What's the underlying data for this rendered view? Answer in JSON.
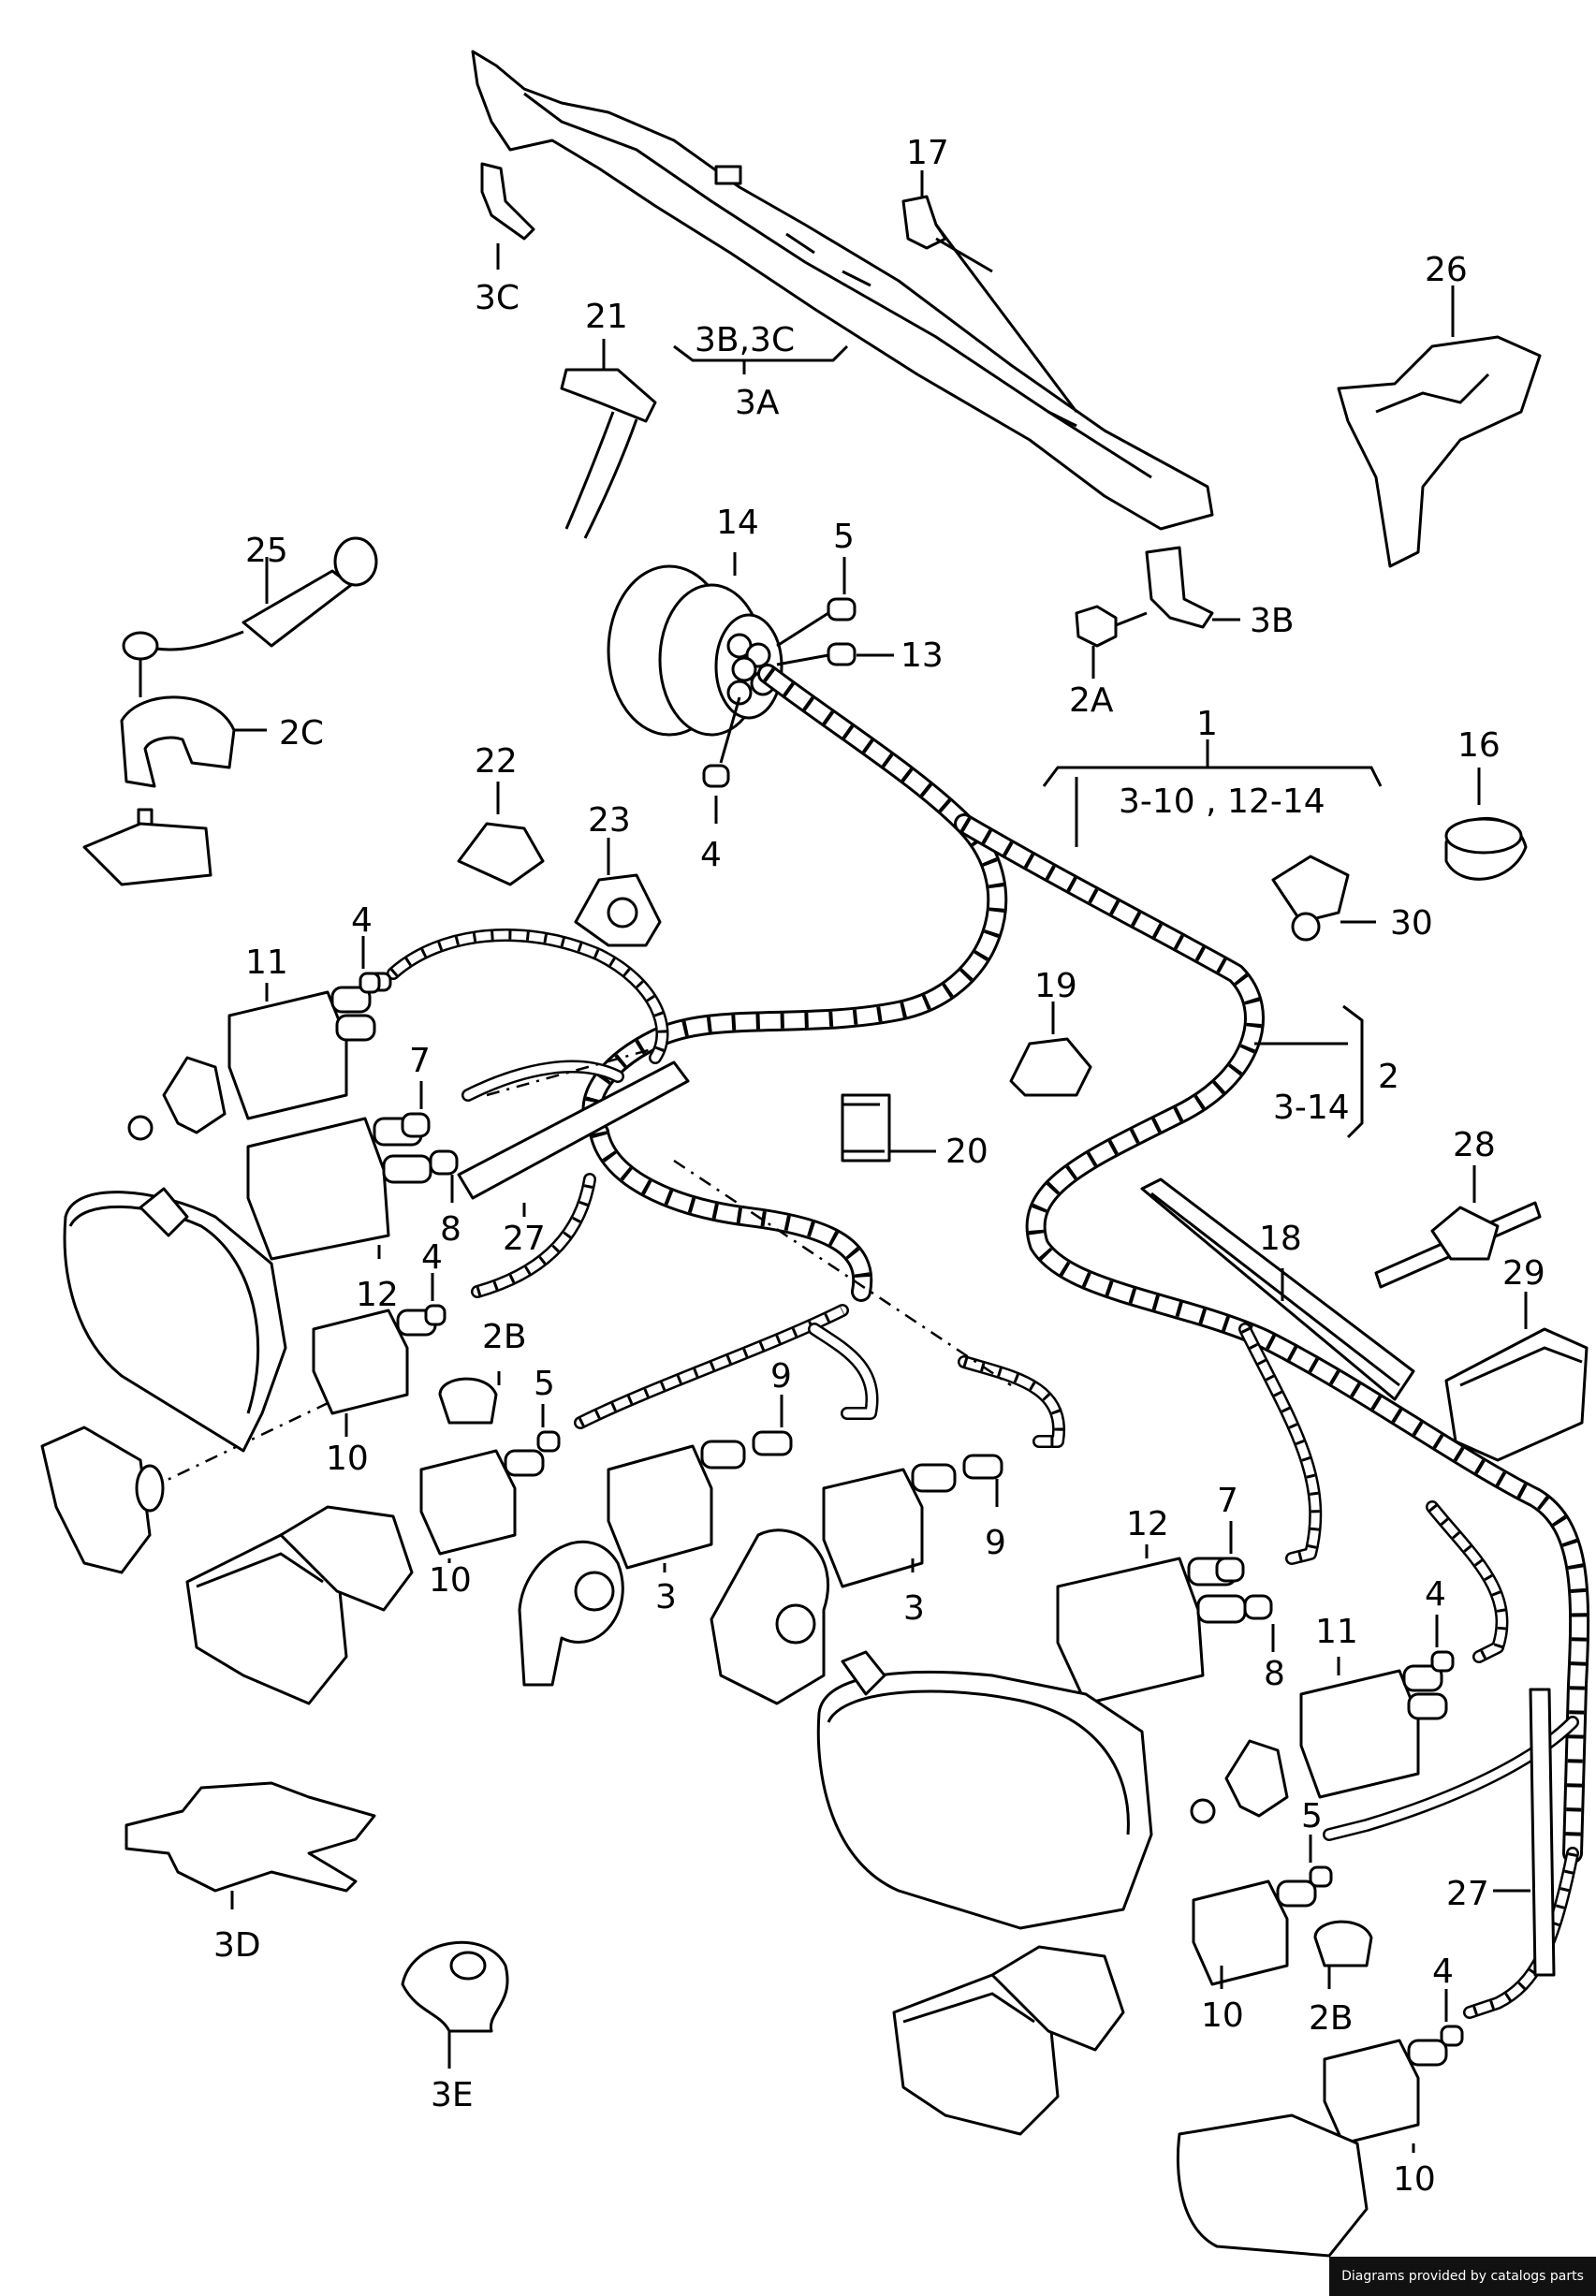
{
  "labels": {
    "p1": "1",
    "p1_range": "3-10 , 12-14",
    "p2": "2",
    "p2_range": "3-14",
    "p2a": "2A",
    "p2b_l": "2B",
    "p2b_r": "2B",
    "p2c": "2C",
    "p3_l": "3",
    "p3_r": "3",
    "p3a": "3A",
    "p3b": "3B",
    "p3b3c": "3B,3C",
    "p3c": "3C",
    "p3d": "3D",
    "p3e": "3E",
    "p4_top": "4",
    "p4_l1": "4",
    "p4_l2": "4",
    "p4_r1": "4",
    "p4_r2": "4",
    "p5_top": "5",
    "p5_l": "5",
    "p5_r": "5",
    "p7_l": "7",
    "p7_r": "7",
    "p8_l": "8",
    "p8_r": "8",
    "p9_l": "9",
    "p9_r": "9",
    "p10_l1": "10",
    "p10_l2": "10",
    "p10_r1": "10",
    "p10_r2": "10",
    "p11_l": "11",
    "p11_r": "11",
    "p12_l": "12",
    "p12_r": "12",
    "p13": "13",
    "p14": "14",
    "p16": "16",
    "p17": "17",
    "p18": "18",
    "p19": "19",
    "p20": "20",
    "p21": "21",
    "p22": "22",
    "p23": "23",
    "p25": "25",
    "p26": "26",
    "p27_l": "27",
    "p27_r": "27",
    "p28": "28",
    "p29": "29",
    "p30": "30"
  },
  "credit": "Diagrams provided by catalogs parts"
}
